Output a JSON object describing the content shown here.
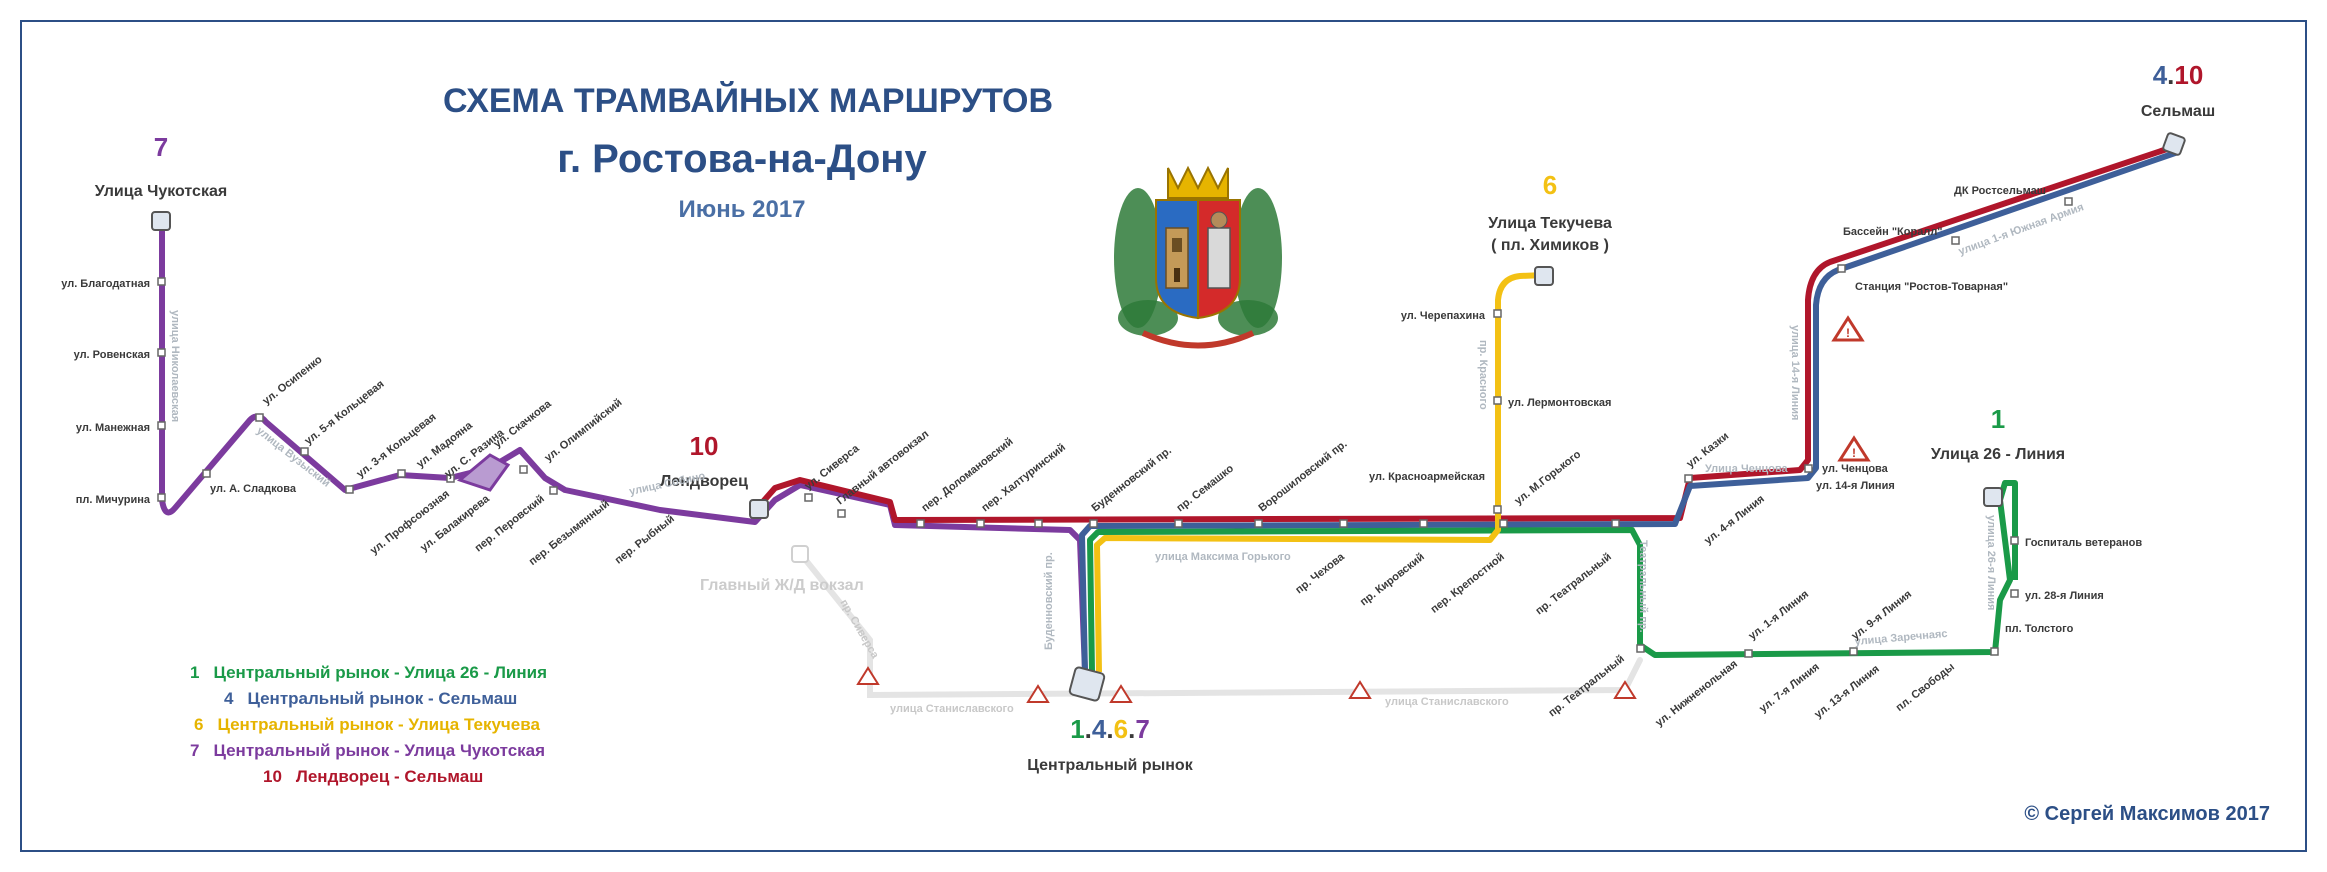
{
  "title": {
    "line1": "СХЕМА ТРАМВАЙНЫХ МАРШРУТОВ",
    "line2": "г. Ростова-на-Дону",
    "line3": "Июнь 2017"
  },
  "colors": {
    "route1": "#1a9a48",
    "route4": "#3e5f99",
    "route6": "#f3c114",
    "route7": "#7c3b9e",
    "route10": "#b0162b",
    "inactive": "#e4e4e4",
    "title": "#2c4f86",
    "frame": "#2c4f86"
  },
  "terminals": {
    "chukotskaya": {
      "number": "7",
      "name": "Улица Чукотская"
    },
    "selmash": {
      "number_a": "4",
      "dot": ".",
      "number_b": "10",
      "name": "Сельмаш"
    },
    "tekucheva": {
      "number": "6",
      "name": "Улица Текучева",
      "name2": "( пл. Химиков )"
    },
    "line26": {
      "number": "1",
      "name": "Улица  26 - Линия"
    },
    "lendvorets": {
      "number": "10",
      "name": "Лендворец"
    },
    "market": {
      "n1": "1",
      "d1": ".",
      "n4": "4",
      "d2": ".",
      "n6": "6",
      "d3": ".",
      "n7": "7",
      "name": "Центральный рынок"
    }
  },
  "stops_route7_vertical": [
    "ул. Благодатная",
    "ул. Ровенская",
    "ул. Манежная",
    "пл. Мичурина"
  ],
  "stops_route7_diag": [
    "ул. А. Сладкова",
    "ул. Осипенко",
    "ул. 5-я Кольцевая",
    "ул. 3-я Кольцевая",
    "ул. Мадояна",
    "ул. С. Разина",
    "ул. Скачкова",
    "ул. Олимпийский",
    "ул. Профсоюзная",
    "ул. Балакирева",
    "пер. Перовский",
    "пер. Безымянный",
    "пер. Рыбный"
  ],
  "stops_main": [
    "ул. Сиверса",
    "Главный автовокзал",
    "пер. Доломановский",
    "пер. Халтуринский",
    "Буденновский пр.",
    "пр. Семашко",
    "Ворошиловский пр."
  ],
  "stops_main_below": [
    "пр. Чехова",
    "пр. Кировский",
    "пер. Крепостной",
    "пр. Театральный"
  ],
  "stops_route6": [
    "ул. Черепахина",
    "ул. Лермонтовская",
    "ул. Красноармейская",
    "ул. М.Горького"
  ],
  "stops_east": [
    "ул. Казки",
    "ул. 4-я Линия",
    "ул. Ченцова",
    "ул. 14-я Линия",
    "Станция \"Ростов-Товарная\"",
    "Бассейн \"Коралл\"",
    "ДК Ростсельмаш"
  ],
  "stops_route1": [
    "пр. Театральный",
    "ул. Нижненольная",
    "ул. 1-я Линия",
    "ул. 7-я Линия",
    "ул. 9-я Линия",
    "ул. 13-я Линия",
    "пл. Свободы",
    "пл. Толстого",
    "ул. 28-я Линия",
    "Госпиталь ветеранов"
  ],
  "streets": {
    "nikolaev": "улица Николаевская",
    "vuzitskaya": "улица Вузыский",
    "sobino": "улица Собино",
    "gorkogo": "улица Максима Горького",
    "budennovsky": "Буденновский пр.",
    "krasnykh": "пр. Красного",
    "teatralny": "Театральный пр.",
    "chentsova": "Улица Ченцова",
    "line14": "улица 14-я Линия",
    "line26": "улица 26-я Линия",
    "zarechnaya": "улица Заречнаяс",
    "yuzhn": "улица 1-я Южная Армия",
    "stanislavskogo": "улица Станиславского",
    "siversa": "пр. Сиверса"
  },
  "inactive": {
    "station": "Главный Ж/Д вокзал"
  },
  "legend": [
    {
      "num": "1",
      "text": "Центральный  рынок  - Улица 26 - Линия",
      "color": "#1a9a48"
    },
    {
      "num": "4",
      "text": "Центральный  рынок  - Сельмаш",
      "color": "#3e5f99"
    },
    {
      "num": "6",
      "text": "Центральный  рынок  - Улица Текучева",
      "color": "#e6b400"
    },
    {
      "num": "7",
      "text": "Центральный  рынок  - Улица Чукотская",
      "color": "#7c3b9e"
    },
    {
      "num": "10",
      "text": "Лендворец  - Сельмаш",
      "color": "#b0162b"
    }
  ],
  "copyright": "© Сергей Максимов 2017"
}
